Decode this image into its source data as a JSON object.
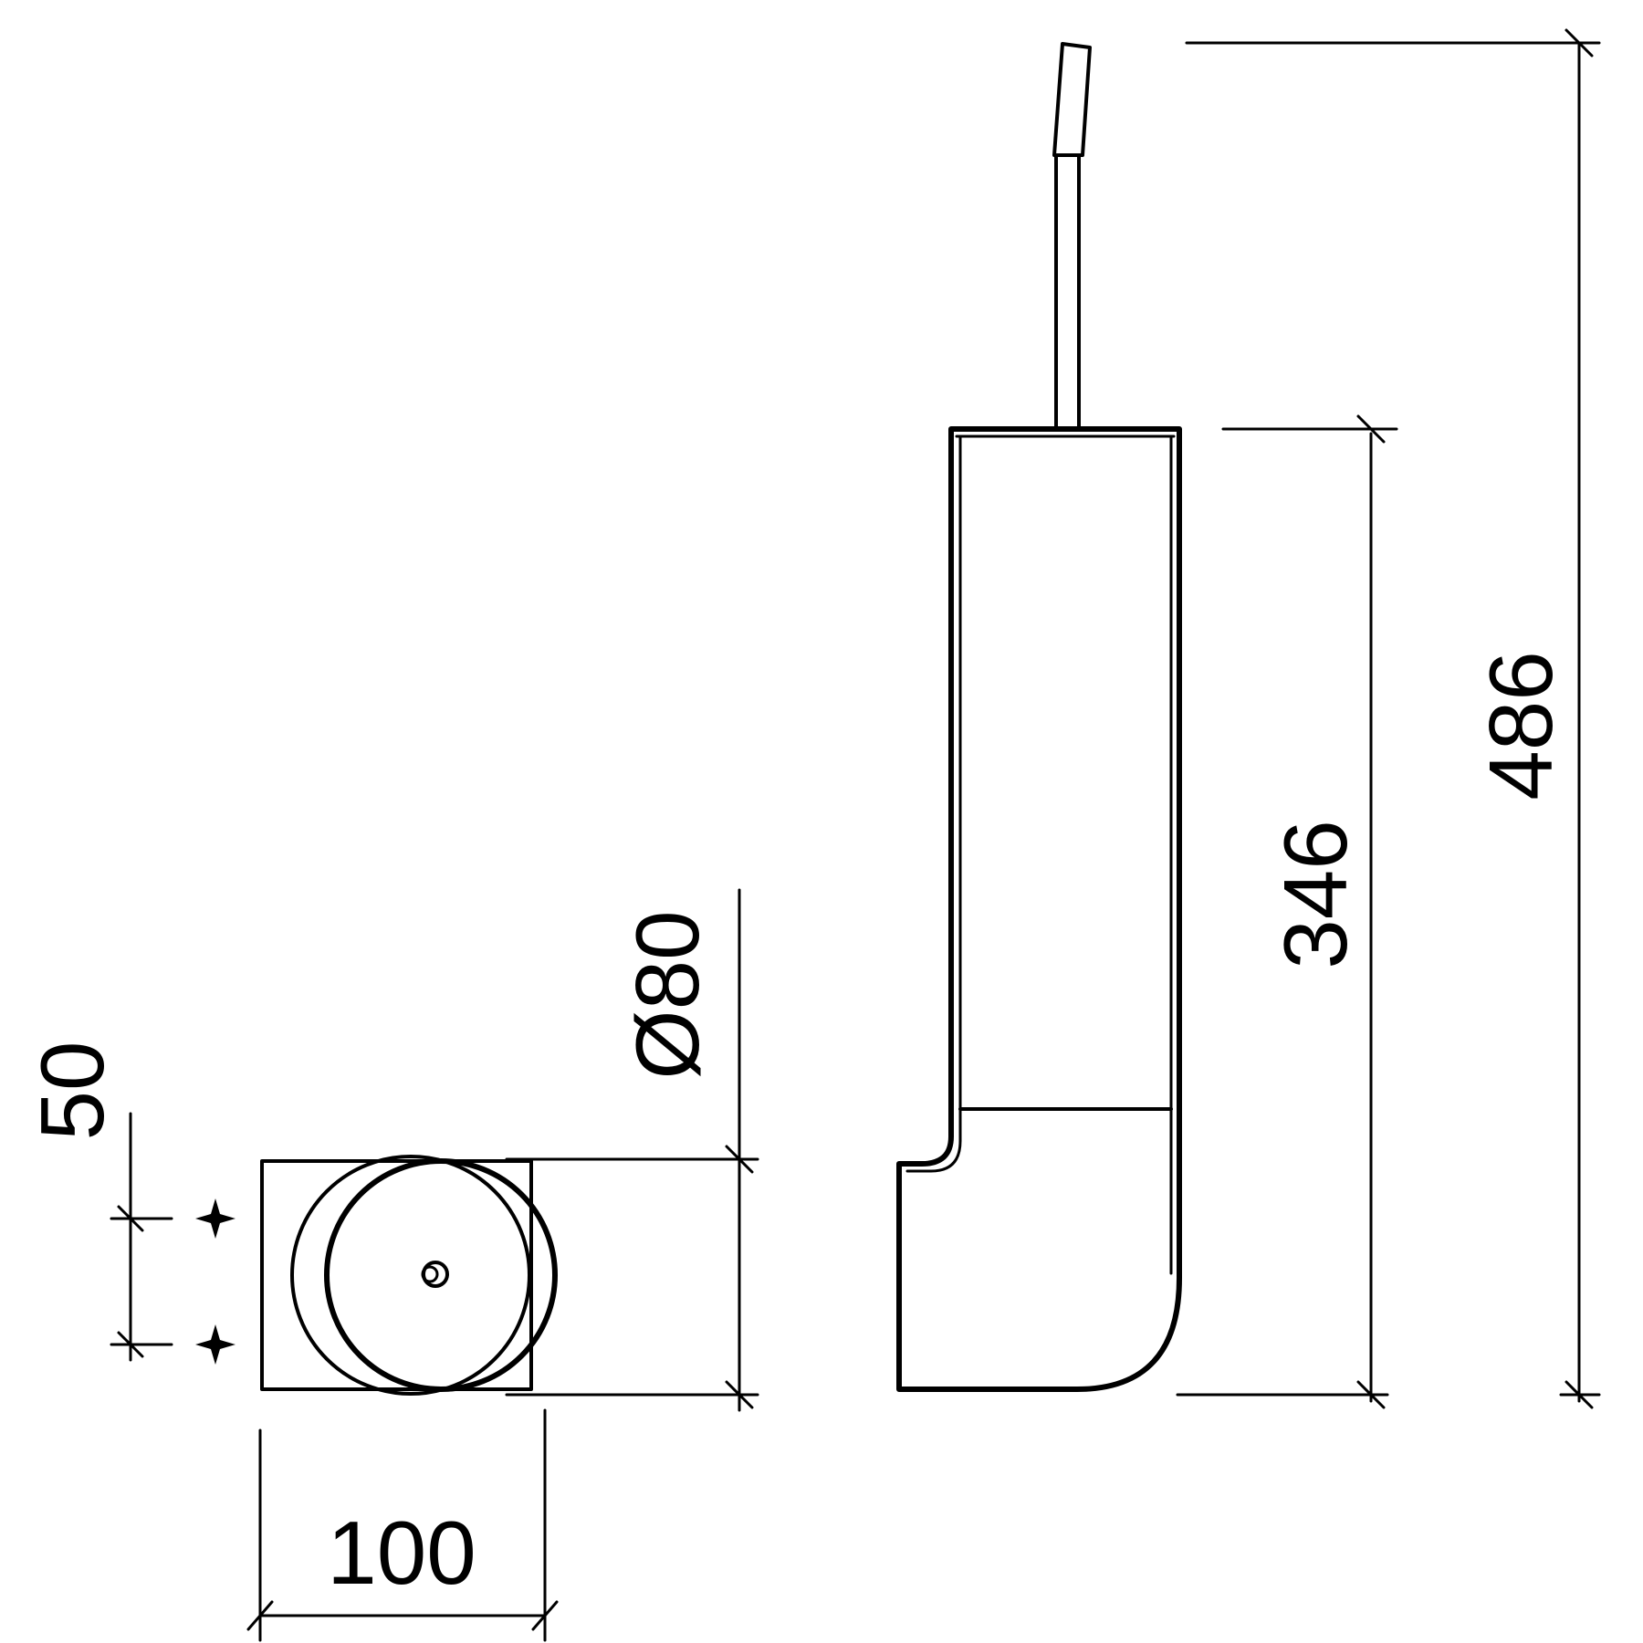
{
  "dimensions": {
    "width_label": "100",
    "hole_spacing_label": "50",
    "diameter_label": "Ø80",
    "container_height_label": "346",
    "total_height_label": "486"
  }
}
